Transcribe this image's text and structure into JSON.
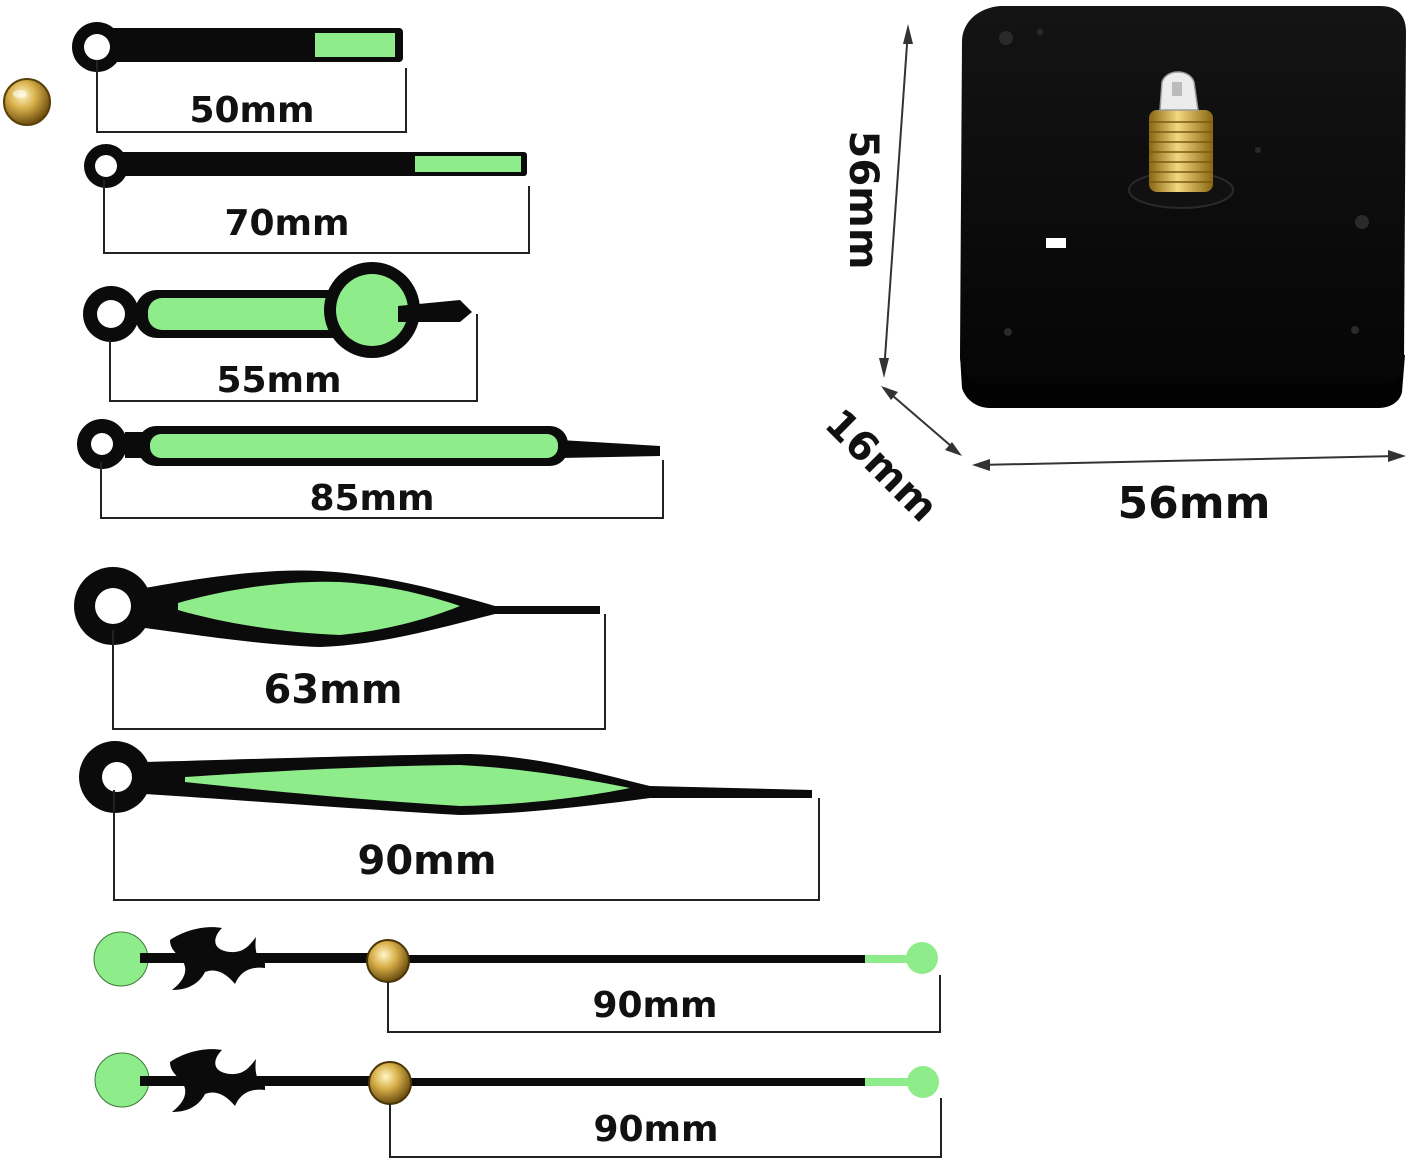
{
  "colors": {
    "luminous": "#8fec8a",
    "hand_black": "#0b0b0b",
    "brass": "#c9a233",
    "movement_body": "#0a0a0a"
  },
  "hands": [
    {
      "id": "hand-1",
      "style": "straight-bar-hand",
      "length_label": "50mm"
    },
    {
      "id": "hand-2",
      "style": "straight-bar-hand",
      "length_label": "70mm"
    },
    {
      "id": "hand-3",
      "style": "ring-tip-hand",
      "length_label": "55mm"
    },
    {
      "id": "hand-4",
      "style": "long-bar-hand",
      "length_label": "85mm"
    },
    {
      "id": "hand-5",
      "style": "leaf-hand",
      "length_label": "63mm"
    },
    {
      "id": "hand-6",
      "style": "leaf-hand",
      "length_label": "90mm"
    },
    {
      "id": "hand-7",
      "style": "second-hand",
      "length_label": "90mm"
    },
    {
      "id": "hand-8",
      "style": "second-hand",
      "length_label": "90mm"
    }
  ],
  "movement": {
    "height_label": "56mm",
    "depth_label": "16mm",
    "width_label": "56mm"
  },
  "icons": {
    "cap_nut": "brass-cap-nut-icon",
    "movement": "clock-movement-icon"
  }
}
